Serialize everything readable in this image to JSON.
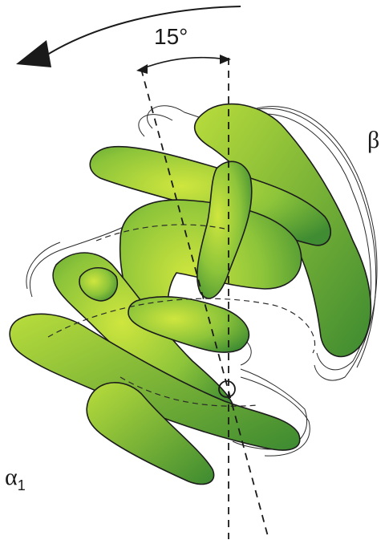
{
  "labels": {
    "angle": "15°",
    "alpha": "α",
    "alpha_sub": "1",
    "beta": "β"
  },
  "colors": {
    "strand_light": "#c6e23a",
    "strand_dark": "#3f8c32",
    "outline": "#1c1c1c"
  }
}
